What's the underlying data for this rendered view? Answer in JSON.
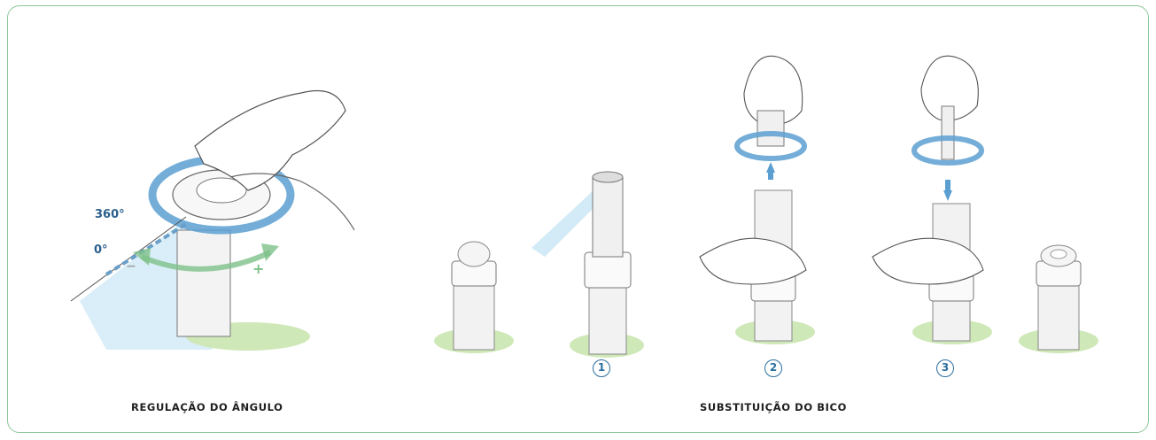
{
  "captions": {
    "angle": "REGULAÇÃO DO ÂNGULO",
    "nozzle": "SUBSTITUIÇÃO DO BICO"
  },
  "angle_labels": {
    "max": "360°",
    "min": "0°"
  },
  "steps": [
    "1",
    "2",
    "3"
  ],
  "colors": {
    "border": "#8cc79a",
    "arrow": "#5b9fd1",
    "step": "#2b6f9e",
    "grass": "#cfe8b8",
    "spray": "#bfe3f3"
  }
}
